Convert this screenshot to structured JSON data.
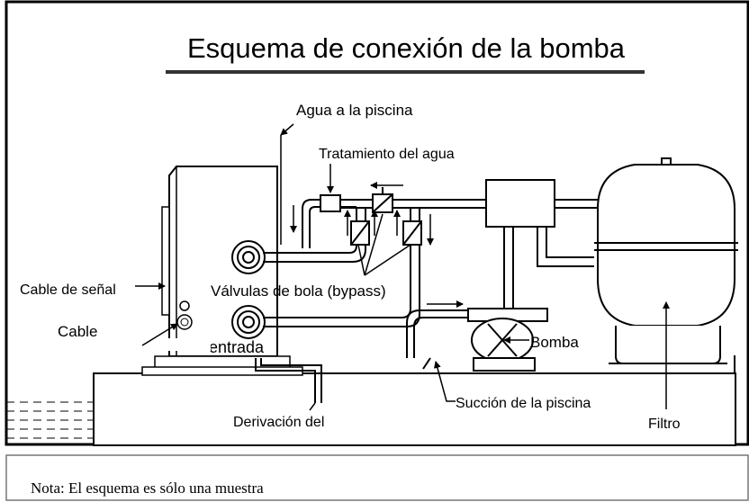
{
  "title": "Esquema de conexión de la bomba",
  "labels": {
    "water_to_pool": "Agua a la piscina",
    "water_treatment": "Tratamiento del agua",
    "signal_cable": "Cable de señal",
    "ball_valves": "Válvulas de bola (bypass)",
    "power_cable": "Cable",
    "inlet": "entrada",
    "pump": "Bomba",
    "pool_suction": "Succión de la piscina",
    "bypass": "Derivación del",
    "filter": "Filtro"
  },
  "note": "Nota: El esquema es sólo una muestra"
}
